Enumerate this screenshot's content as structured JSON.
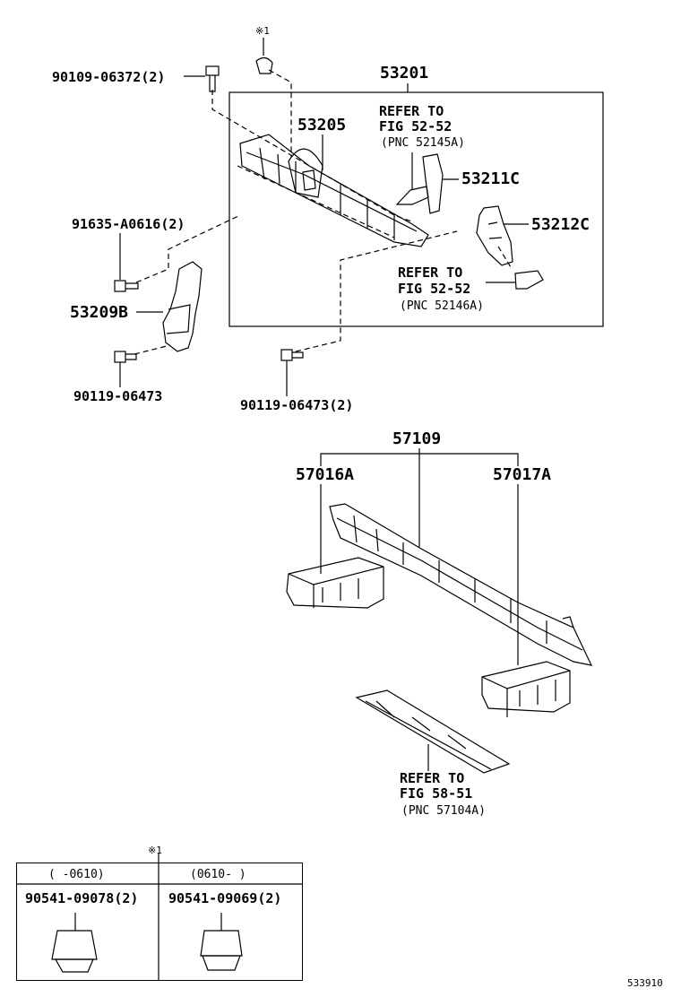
{
  "labels": {
    "note_top": "※1",
    "p90109": "90109-06372(2)",
    "p53201": "53201",
    "refer1_a": "REFER TO",
    "refer1_b": "FIG 52-52",
    "refer1_c": "(PNC 52145A)",
    "p53205": "53205",
    "p53211c": "53211C",
    "p53212c": "53212C",
    "p91635": "91635-A0616(2)",
    "refer2_a": "REFER TO",
    "refer2_b": "FIG 52-52",
    "refer2_c": "(PNC 52146A)",
    "p53209b": "53209B",
    "p90119a": "90119-06473",
    "p90119b": "90119-06473(2)",
    "p57109": "57109",
    "p57016a": "57016A",
    "p57017a": "57017A",
    "refer3_a": "REFER TO",
    "refer3_b": "FIG 58-51",
    "refer3_c": "(PNC 57104A)",
    "note_inset": "※1",
    "inset_left_header": "(    -0610)",
    "inset_right_header": "(0610-    )",
    "inset_left_part": "90541-09078(2)",
    "inset_right_part": "90541-09069(2)",
    "figure_id": "533910"
  }
}
